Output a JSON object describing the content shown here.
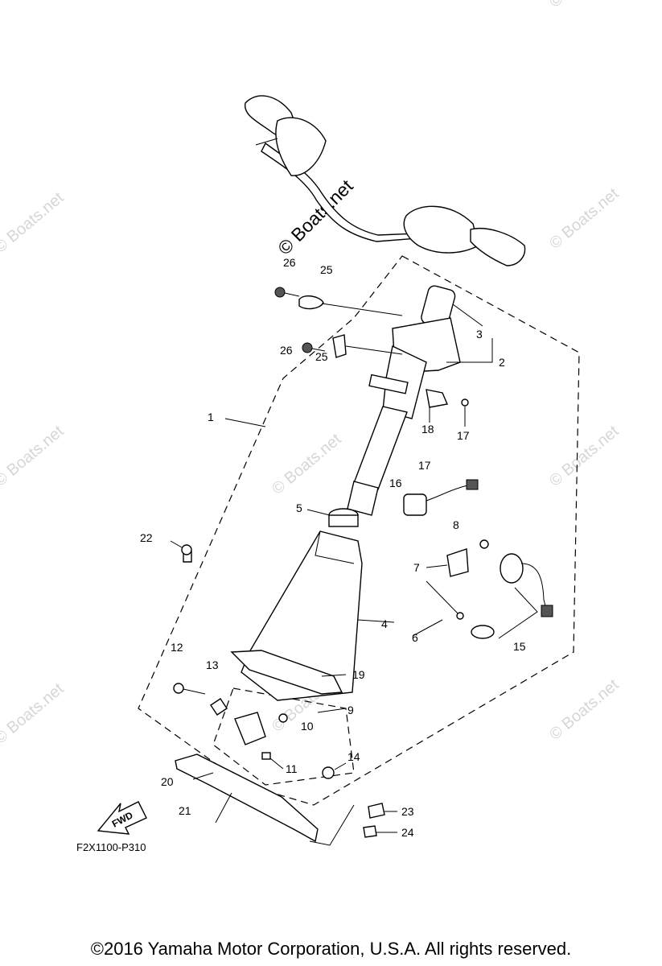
{
  "watermarks": [
    "© Boats.net",
    "© Boats.net",
    "© Boats.net",
    "© Boats.net",
    "© Boats.net",
    "© Boats.net",
    "© Boats.net",
    "© Boats.net",
    "© Boats.net"
  ],
  "brand_mark": "© Boats.net",
  "fwd_label": "FWD",
  "diagram_code": "F2X1100-P310",
  "copyright": "©2016 Yamaha Motor Corporation, U.S.A. All rights reserved.",
  "callouts": [
    "26",
    "25",
    "3",
    "26",
    "25",
    "2",
    "1",
    "18",
    "17",
    "17",
    "16",
    "5",
    "22",
    "8",
    "7",
    "4",
    "6",
    "15",
    "12",
    "13",
    "19",
    "9",
    "10",
    "14",
    "11",
    "20",
    "23",
    "21",
    "24"
  ]
}
